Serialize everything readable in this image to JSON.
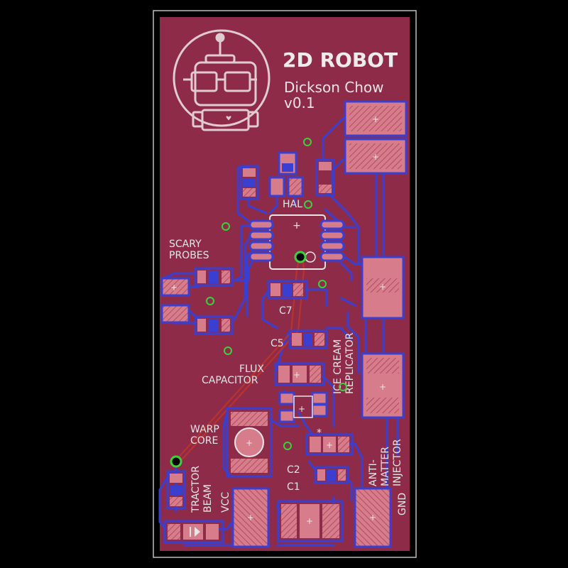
{
  "board": {
    "title": "2D ROBOT",
    "author": "Dickson Chow",
    "version": "v0.1"
  },
  "labels": {
    "hal": "HAL",
    "c7": "C7",
    "c5": "C5",
    "c2": "C2",
    "c1": "C1",
    "scary_probes_line1": "SCARY",
    "scary_probes_line2": "PROBES",
    "flux_line1": "FLUX",
    "flux_line2": "CAPACITOR",
    "warp_line1": "WARP",
    "warp_line2": "CORE",
    "ice_line1": "ICE CREAM",
    "ice_line2": "REPLICATOR",
    "anti_line1": "ANTI-",
    "anti_line2": "MATTER",
    "anti_line3": "INJECTOR",
    "tractor_line1": "TRACTOR",
    "tractor_line2": "BEAM",
    "vcc": "VCC",
    "gnd": "GND",
    "star": "*"
  },
  "colors": {
    "background": "#000000",
    "soldermask": "#8e2b49",
    "board_outline": "#c0c0c0",
    "copper_trace": "#3a3fd0",
    "bottom_trace": "#b8322f",
    "pad_fill": "#d9707f",
    "silkscreen": "#e6e6e6",
    "via_ring": "#3ad13a"
  }
}
